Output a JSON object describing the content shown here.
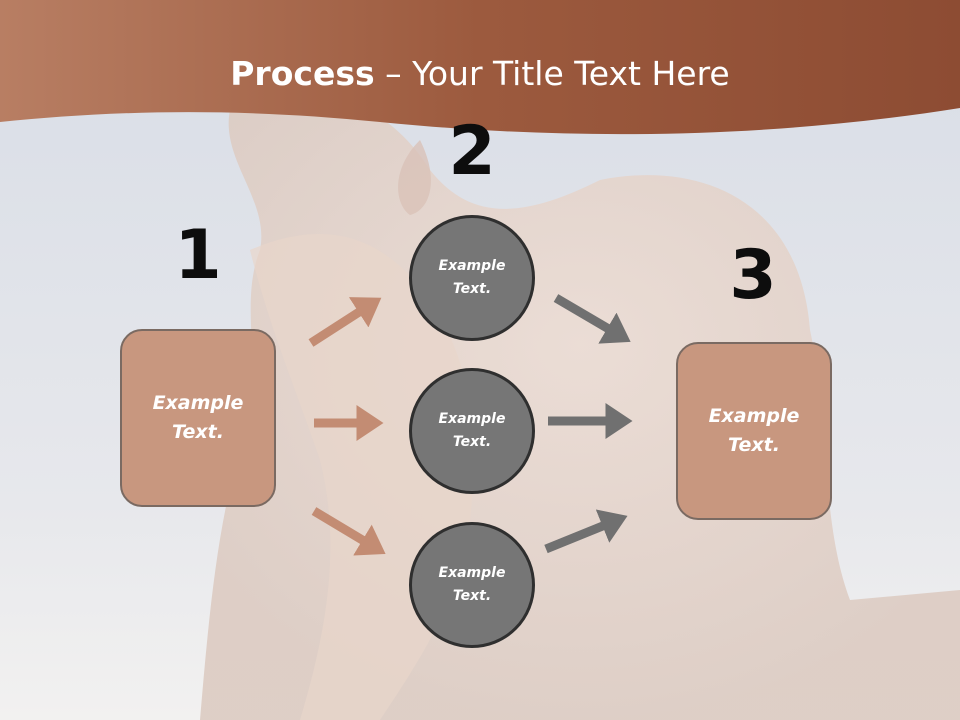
{
  "title": {
    "bold": "Process",
    "rest": " – Your Title Text Here"
  },
  "steps": [
    {
      "number": "1",
      "label": "Example Text."
    },
    {
      "number": "2",
      "labels": [
        "Example Text.",
        "Example Text.",
        "Example Text."
      ]
    },
    {
      "number": "3",
      "label": "Example Text."
    }
  ],
  "colors": {
    "banner": "#9c5a3e",
    "box_fill": "#c8977f",
    "circle_fill": "#767676",
    "arrow_left": "#c38c73",
    "arrow_right": "#707070"
  }
}
